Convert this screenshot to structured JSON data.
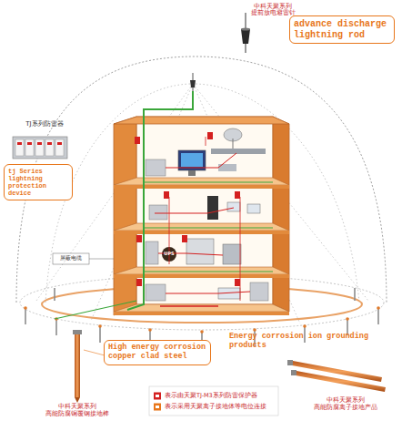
{
  "diagram": {
    "nodes": [
      {
        "text": [
          "中科天聚系列 提前放电避雷针",
          "advance discharge lightning rod"
        ]
      },
      {
        "text": [
          "TJ系列防雷器",
          "tj Series lightning protection device"
        ]
      },
      {
        "text": [
          "High energy corrosion copper clad steel"
        ]
      }
    ],
    "labels": [
      "UPS",
      "中科天聚系列 高能防腐铜覆钢接地棒",
      "中科天聚系列 高能防腐离子接地产品",
      "屏蔽电缆",
      "Energy corrosion ion grounding products"
    ],
    "legend": [
      {
        "text": "表示由天聚TJ-M3系列防雷保护器"
      },
      {
        "text": "表示采用天聚离子接地体等电位连接"
      }
    ]
  }
}
